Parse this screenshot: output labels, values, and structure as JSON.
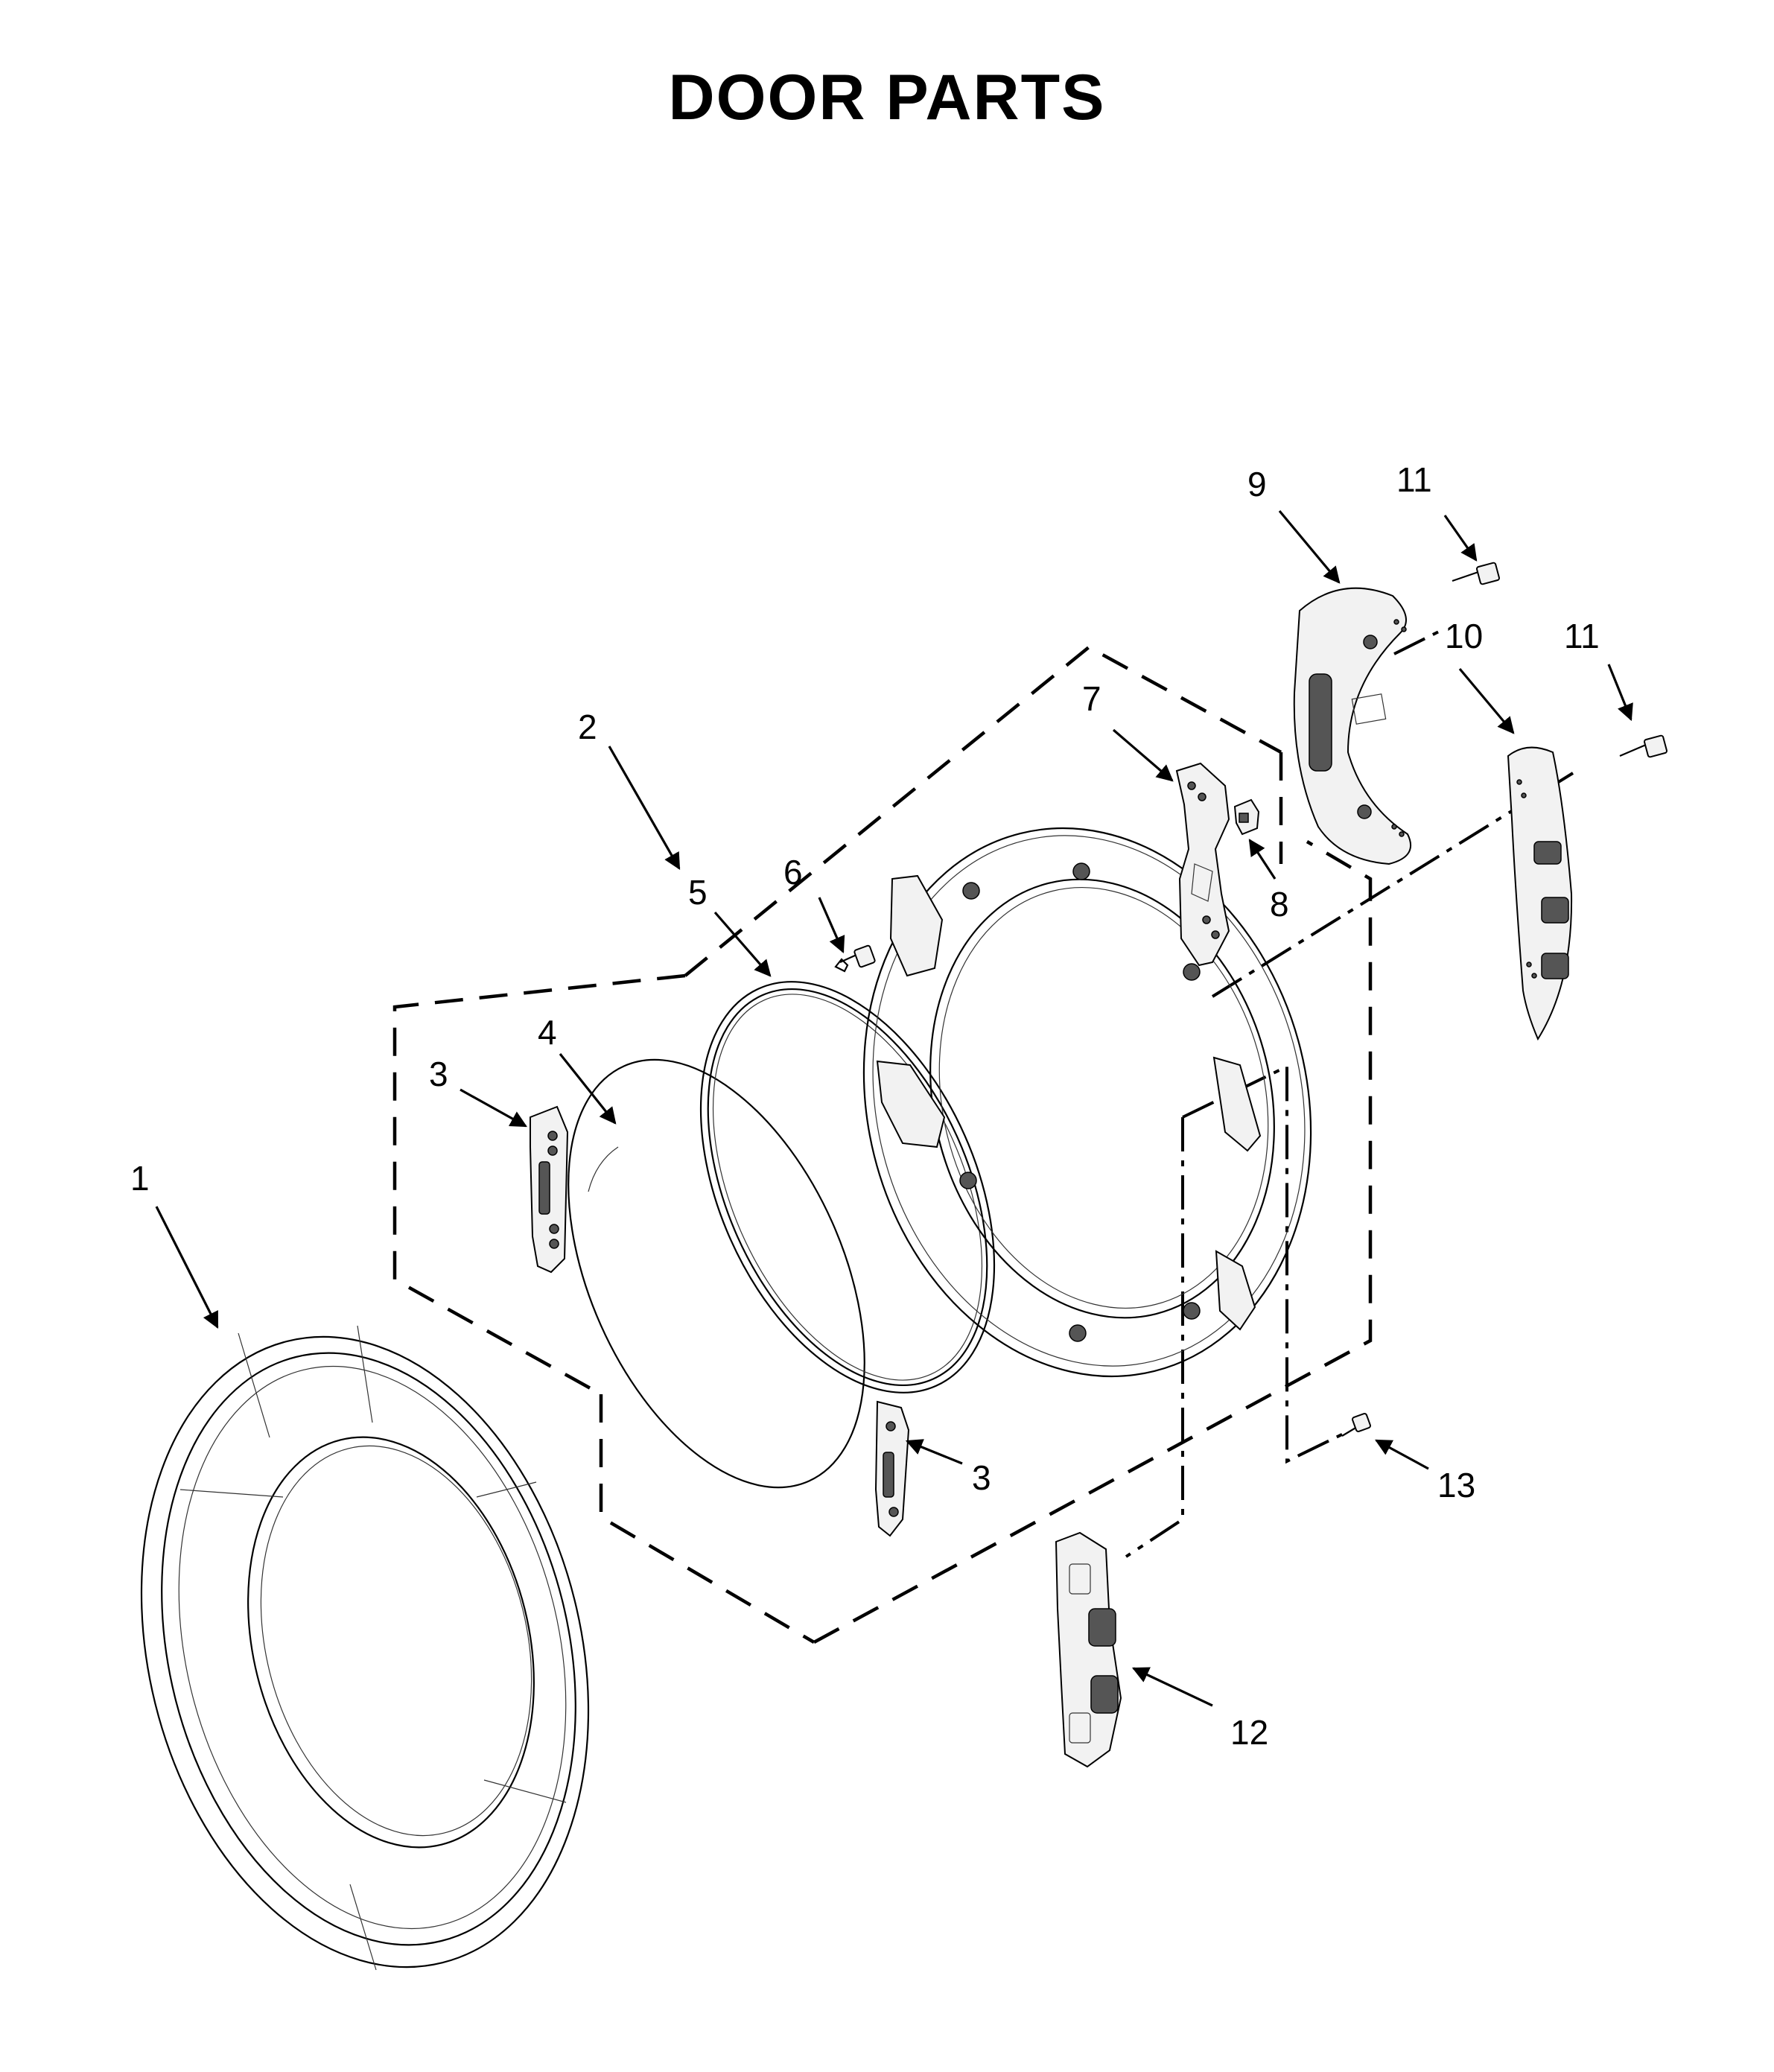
{
  "title": "DOOR PARTS",
  "callouts": [
    {
      "id": "callout-1",
      "label": "1"
    },
    {
      "id": "callout-2",
      "label": "2"
    },
    {
      "id": "callout-3a",
      "label": "3"
    },
    {
      "id": "callout-3b",
      "label": "3"
    },
    {
      "id": "callout-4",
      "label": "4"
    },
    {
      "id": "callout-5",
      "label": "5"
    },
    {
      "id": "callout-6",
      "label": "6"
    },
    {
      "id": "callout-7",
      "label": "7"
    },
    {
      "id": "callout-8",
      "label": "8"
    },
    {
      "id": "callout-9",
      "label": "9"
    },
    {
      "id": "callout-10",
      "label": "10"
    },
    {
      "id": "callout-11a",
      "label": "11"
    },
    {
      "id": "callout-11b",
      "label": "11"
    },
    {
      "id": "callout-12",
      "label": "12"
    },
    {
      "id": "callout-13",
      "label": "13"
    }
  ]
}
